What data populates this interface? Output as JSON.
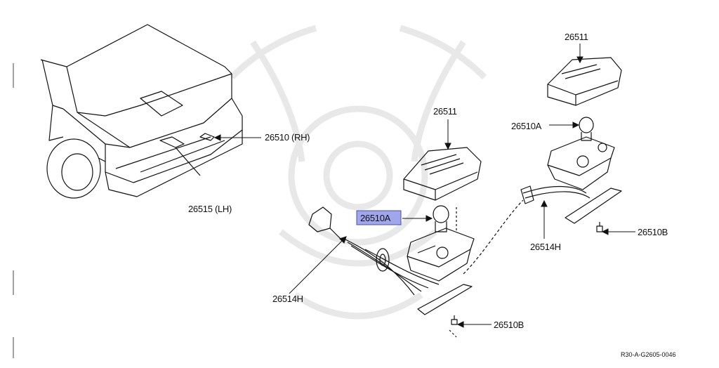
{
  "diagram": {
    "parts": {
      "p1": "26510 (RH)",
      "p2": "26515 (LH)",
      "p3": "26511",
      "p4": "26511",
      "p5": "26510A",
      "p6": "26510A",
      "p7": "26514H",
      "p8": "26514H",
      "p9": "26510B",
      "p10": "26510B"
    },
    "highlighted_part": "26510A",
    "ref_code": "R30-A-G2605-0046",
    "colors": {
      "highlight_fill": "#9fa6ea",
      "highlight_border": "#4a52b8",
      "line": "#111111",
      "watermark": "#e8e8e8"
    }
  }
}
